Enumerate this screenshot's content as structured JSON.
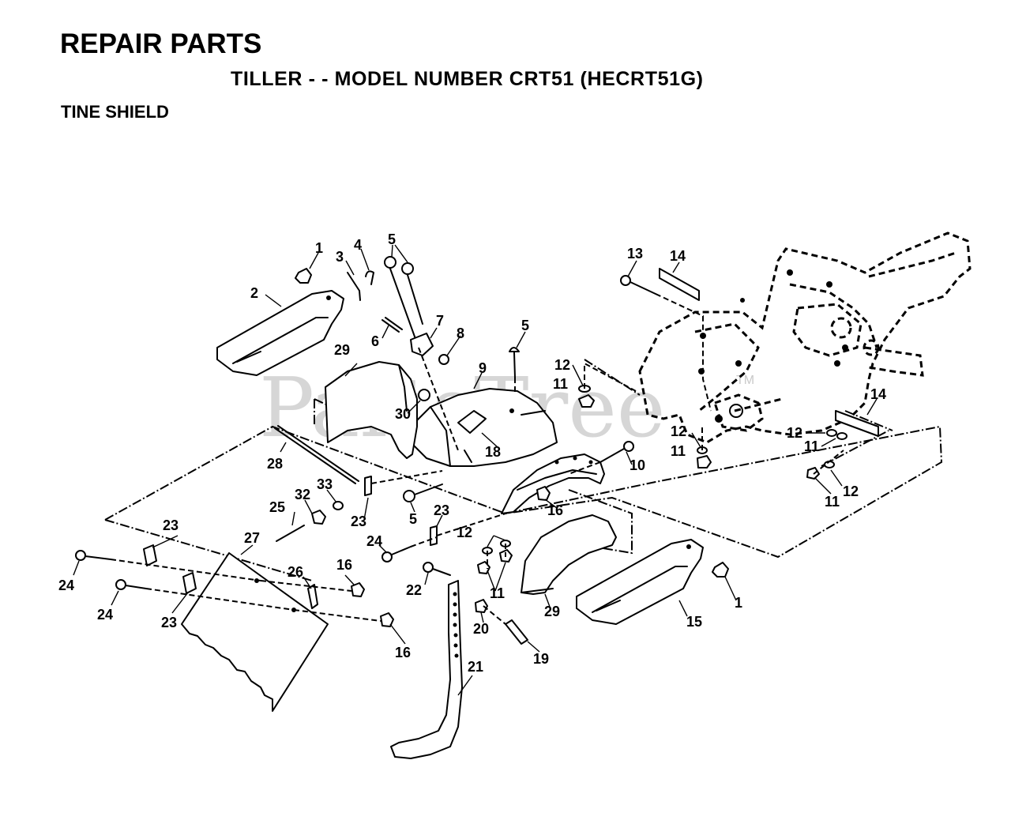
{
  "header": {
    "title": "REPAIR PARTS",
    "subtitle": "TILLER - - MODEL NUMBER CRT51 (HECRT51G)",
    "section": "TINE SHIELD"
  },
  "watermark": {
    "text": "PartsTree",
    "tm": "TM"
  },
  "callouts": {
    "c1a": "1",
    "c1b": "1",
    "c2": "2",
    "c3": "3",
    "c4": "4",
    "c5a": "5",
    "c5b": "5",
    "c5c": "5",
    "c6": "6",
    "c7": "7",
    "c8": "8",
    "c9": "9",
    "c10": "10",
    "c11a": "11",
    "c11b": "11",
    "c11c": "11",
    "c11d": "11",
    "c11e": "11",
    "c12a": "12",
    "c12b": "12",
    "c12c": "12",
    "c12d": "12",
    "c12e": "12",
    "c13": "13",
    "c14a": "14",
    "c14b": "14",
    "c15": "15",
    "c16a": "16",
    "c16b": "16",
    "c16c": "16",
    "c18": "18",
    "c19": "19",
    "c20": "20",
    "c21": "21",
    "c22": "22",
    "c23a": "23",
    "c23b": "23",
    "c23c": "23",
    "c23d": "23",
    "c24a": "24",
    "c24b": "24",
    "c24c": "24",
    "c25": "25",
    "c26": "26",
    "c27": "27",
    "c28": "28",
    "c29a": "29",
    "c29b": "29",
    "c30": "30",
    "c32": "32",
    "c33": "33"
  }
}
